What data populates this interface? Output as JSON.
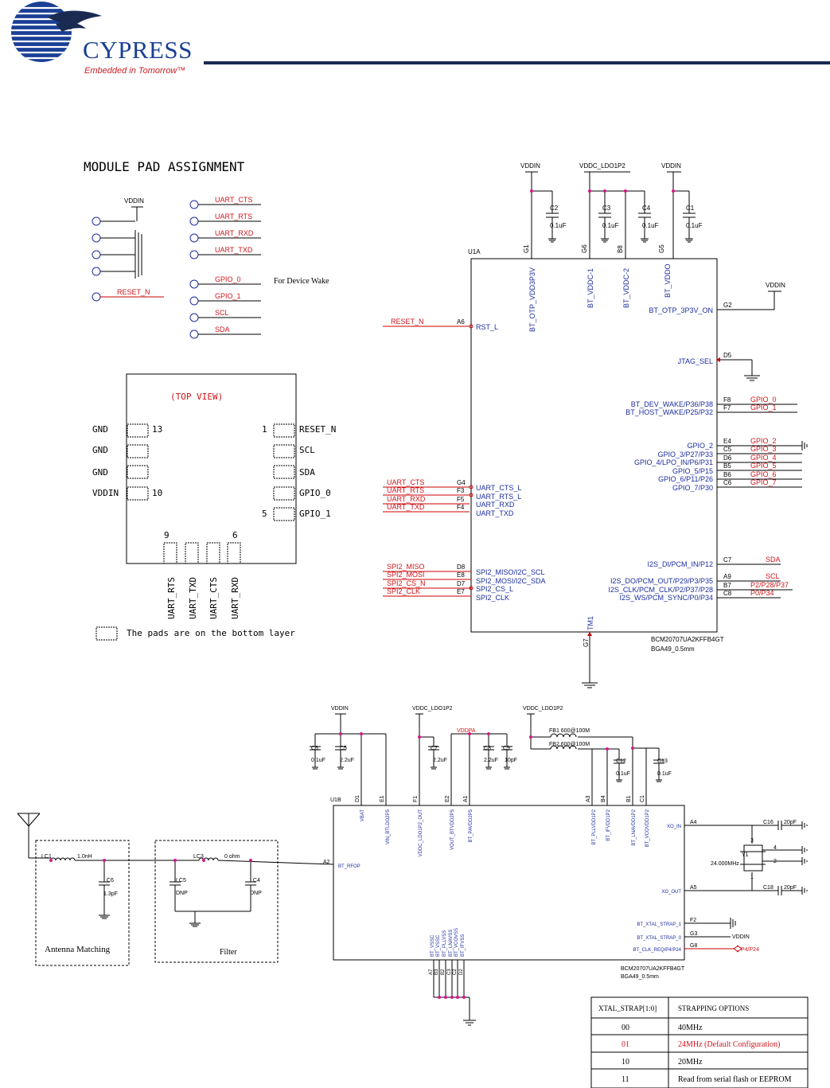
{
  "brand": {
    "name": "CYPRESS",
    "tagline": "Embedded in Tomorrow™",
    "colors": {
      "blue": "#1b3f95",
      "red": "#cc1f26",
      "navy": "#1a2b52"
    }
  },
  "colors": {
    "wire": "#000000",
    "net_label": "#d0161b",
    "pin": "#1c2ea0",
    "pad": "#000000"
  },
  "pad_assignment": {
    "title": "MODULE PAD ASSIGNMENT",
    "vddin": "VDDIN",
    "reset_net": "RESET_N",
    "nets": [
      "UART_CTS",
      "UART_RTS",
      "UART_RXD",
      "UART_TXD",
      "GPIO_0",
      "GPIO_1",
      "SCL",
      "SDA"
    ],
    "device_wake_note": "For Device Wake",
    "top_view": "(TOP VIEW)",
    "left_labels": [
      "GND",
      "GND",
      "GND",
      "VDDIN"
    ],
    "left_numbers": [
      "13",
      "10"
    ],
    "right_labels": [
      "RESET_N",
      "SCL",
      "SDA",
      "GPIO_0",
      "GPIO_1"
    ],
    "right_numbers": [
      "1",
      "5"
    ],
    "bottom_numbers": [
      "9",
      "6"
    ],
    "bottom_labels": [
      "UART_RTS",
      "UART_TXD",
      "UART_CTS",
      "UART_RXD"
    ],
    "legend": "The pads are on the bottom layer"
  },
  "u1a": {
    "ref": "U1A",
    "part": "BCM20707UA2KFFB4GT",
    "package": "BGA49_0.5mm",
    "top_rails": [
      "VDDIN",
      "VDDC_LDO1P2",
      "VDDIN"
    ],
    "top_pins": [
      {
        "num": "G1",
        "name": "BT_OTP_VDD3P3V"
      },
      {
        "num": "G6",
        "name": "BT_VDDC-1"
      },
      {
        "num": "B8",
        "name": "BT_VDDC-2"
      },
      {
        "num": "G5",
        "name": "BT_VDDO"
      }
    ],
    "caps": [
      {
        "ref": "C2",
        "value": "0.1uF"
      },
      {
        "ref": "C3",
        "value": "0.1uF"
      },
      {
        "ref": "C4",
        "value": "0.1uF"
      },
      {
        "ref": "C1",
        "value": "0.1uF"
      }
    ],
    "left_pins": [
      {
        "net": "RESET_N",
        "num": "A6",
        "name": "RST_L"
      },
      {
        "net": "UART_CTS",
        "num": "G4",
        "name": "UART_CTS_L"
      },
      {
        "net": "UART_RTS",
        "num": "F3",
        "name": "UART_RTS_L"
      },
      {
        "net": "UART_RXD",
        "num": "F5",
        "name": "UART_RXD"
      },
      {
        "net": "UART_TXD",
        "num": "F4",
        "name": "UART_TXD"
      },
      {
        "net": "SPI2_MISO",
        "num": "D8",
        "name": "SPI2_MISO/I2C_SCL"
      },
      {
        "net": "SPI2_MOSI",
        "num": "E8",
        "name": "SPI2_MOSI/I2C_SDA"
      },
      {
        "net": "SPI2_CS_N",
        "num": "D7",
        "name": "SPI2_CS_L"
      },
      {
        "net": "SPI2_CLK",
        "num": "E7",
        "name": "SPI2_CLK"
      }
    ],
    "right_pins": [
      {
        "num": "G2",
        "name": "BT_OTP_3P3V_ON",
        "net": ""
      },
      {
        "num": "D5",
        "name": "JTAG_SEL",
        "net": ""
      },
      {
        "num": "F8",
        "name": "BT_DEV_WAKE/P36/P38",
        "net": "GPIO_0"
      },
      {
        "num": "F7",
        "name": "BT_HOST_WAKE/P25/P32",
        "net": "GPIO_1"
      },
      {
        "num": "E4",
        "name": "GPIO_2",
        "net": "GPIO_2"
      },
      {
        "num": "C5",
        "name": "GPIO_3/P27/P33",
        "net": "GPIO_3"
      },
      {
        "num": "D6",
        "name": "GPIO_4/LPO_IN/P6/P31",
        "net": "GPIO_4"
      },
      {
        "num": "B5",
        "name": "GPIO_5/P15",
        "net": "GPIO_5"
      },
      {
        "num": "B6",
        "name": "GPIO_6/P11/P26",
        "net": "GPIO_6"
      },
      {
        "num": "C6",
        "name": "GPIO_7/P30",
        "net": "GPIO_7"
      },
      {
        "num": "C7",
        "name": "I2S_DI/PCM_IN/P12",
        "net": "SDA"
      },
      {
        "num": "A9",
        "name": "I2S_DO/PCM_OUT/P29/P3/P35",
        "net": "SCL"
      },
      {
        "num": "B7",
        "name": "I2S_CLK/PCM_CLK/P2/P37/P28",
        "net": "P2/P28/P37"
      },
      {
        "num": "C8",
        "name": "I2S_WS/PCM_SYNC/P0/P34",
        "net": "P0/P34"
      }
    ],
    "g2_rail": "VDDIN",
    "bottom_pin": {
      "num": "G7",
      "name": "TM1"
    }
  },
  "u1b": {
    "ref": "U1B",
    "part": "BCM20707UA2KFFB4GT",
    "package": "BGA49_0.5mm",
    "rails": [
      "VDDIN",
      "VDDC_LDO1P2",
      "VDDC_LDO1P2",
      "VDDPA"
    ],
    "caps": [
      {
        "ref": "C6",
        "value": "0.1uF"
      },
      {
        "ref": "C5",
        "value": "2.2uF"
      },
      {
        "ref": "C7",
        "value": "2.2uF"
      },
      {
        "ref": "C8",
        "value": "2.2uF"
      },
      {
        "ref": "C9",
        "value": "10pF"
      },
      {
        "ref": "C12",
        "value": "0.1uF"
      },
      {
        "ref": "C13",
        "value": "0.1uF"
      }
    ],
    "ferrites": [
      "FB1 600@100M",
      "FB2 600@100M"
    ],
    "top_pins": [
      {
        "num": "D1",
        "name": "VBAT"
      },
      {
        "num": "E1",
        "name": "VIN_BTLDO2P5"
      },
      {
        "num": "F1",
        "name": "VDDC_LDO1P2_OUT"
      },
      {
        "num": "E2",
        "name": "VOUT_BTVDD2P5"
      },
      {
        "num": "A1",
        "name": "BT_PAVDD2P5"
      },
      {
        "num": "A3",
        "name": "BT_PLLVDD1P2"
      },
      {
        "num": "B4",
        "name": "BT_IFVDD1P2"
      },
      {
        "num": "B1",
        "name": "BT_LNAVDD1P2"
      },
      {
        "num": "C1",
        "name": "BT_VCOVDD1P2"
      }
    ],
    "left_pin": {
      "num": "A2",
      "name": "BT_RFOP"
    },
    "right_pins": [
      {
        "num": "A4",
        "name": "XO_IN"
      },
      {
        "num": "A5",
        "name": "XO_OUT"
      },
      {
        "num": "F2",
        "name": "BT_XTAL_STRAP_1"
      },
      {
        "num": "G3",
        "name": "BT_XTAL_STRAP_0"
      },
      {
        "num": "G8",
        "name": "BT_CLK_REQ/P4/P24"
      }
    ],
    "g3_rail": "VDDIN",
    "clk_net": "P4/P24",
    "bottom_pins": [
      {
        "num": "A7",
        "name": "BT_VSSC"
      },
      {
        "num": "B3",
        "name": "BT_VSSC"
      },
      {
        "num": "B2",
        "name": "BT_PLLVSS"
      },
      {
        "num": "C3",
        "name": "BT_LNAVSS"
      },
      {
        "num": "C2",
        "name": "BT_VCOVSS"
      },
      {
        "num": "D2",
        "name": "BT_IFVSS"
      }
    ],
    "crystal": {
      "ref": "Y1",
      "freq": "24.000MHz",
      "pins": [
        "3",
        "4",
        "2",
        "1"
      ]
    },
    "xo_caps": [
      {
        "ref": "C16",
        "value": "20pF"
      },
      {
        "ref": "C18",
        "value": "20pF"
      }
    ]
  },
  "rf": {
    "lc1": {
      "ref": "LC1",
      "value": "1.0nH"
    },
    "lc6": {
      "ref": "LC6",
      "value": "1.3pF"
    },
    "lc3": {
      "ref": "LC3",
      "value": "0 ohm"
    },
    "lc5": {
      "ref": "LC5",
      "value": "DNP"
    },
    "lc4": {
      "ref": "LC4",
      "value": "DNP"
    },
    "antenna_box": "Antenna Matching",
    "filter_box": "Filter"
  },
  "strap_table": {
    "headers": [
      "XTAL_STRAP[1:0]",
      "STRAPPING OPTIONS"
    ],
    "rows": [
      {
        "code": "00",
        "option": "40MHz",
        "highlight": false
      },
      {
        "code": "01",
        "option": "24MHz (Default Configuration)",
        "highlight": true
      },
      {
        "code": "10",
        "option": "20MHz",
        "highlight": false
      },
      {
        "code": "11",
        "option": "Read from serial flash or EEPROM",
        "highlight": false
      }
    ]
  }
}
